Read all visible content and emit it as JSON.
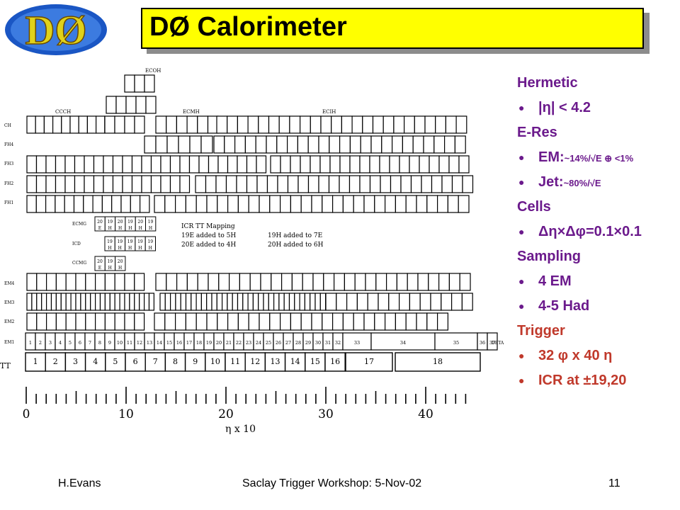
{
  "logo_text": "DØ",
  "title": "DØ Calorimeter",
  "colors": {
    "head": "#6b1a8c",
    "item": "#6b1a8c",
    "trigger": "#c0392b",
    "title_bg": "#ffff00"
  },
  "bullets": [
    {
      "kind": "head",
      "text": "Hermetic",
      "color": "#6b1a8c"
    },
    {
      "kind": "item",
      "text": "|η| < 4.2",
      "small": "",
      "color": "#6b1a8c"
    },
    {
      "kind": "head",
      "text": "E-Res",
      "color": "#6b1a8c"
    },
    {
      "kind": "item",
      "text": "EM:",
      "small": "~14%/√E ⊕ <1%",
      "color": "#6b1a8c"
    },
    {
      "kind": "item",
      "text": "Jet:",
      "small": "~80%/√E",
      "color": "#6b1a8c"
    },
    {
      "kind": "head",
      "text": "Cells",
      "color": "#6b1a8c"
    },
    {
      "kind": "item",
      "text": "Δη×Δφ=0.1×0.1",
      "small": "",
      "color": "#6b1a8c"
    },
    {
      "kind": "head",
      "text": "Sampling",
      "color": "#6b1a8c"
    },
    {
      "kind": "item",
      "text": "4 EM",
      "small": "",
      "color": "#6b1a8c"
    },
    {
      "kind": "item",
      "text": "4-5 Had",
      "small": "",
      "color": "#6b1a8c"
    },
    {
      "kind": "head",
      "text": "Trigger",
      "color": "#c0392b"
    },
    {
      "kind": "item",
      "text": "32 φ x 40 η",
      "small": "",
      "color": "#c0392b"
    },
    {
      "kind": "item",
      "text": "ICR at ±19,20",
      "small": "",
      "color": "#c0392b"
    }
  ],
  "diagram": {
    "region_labels": [
      "ECOH",
      "CCCH",
      "ECMH",
      "ECIH"
    ],
    "layer_labels": [
      "CH",
      "FH4",
      "FH3",
      "FH2",
      "FH1",
      "EM4",
      "EM3",
      "EM2",
      "EM1",
      "TT"
    ],
    "gap_labels": [
      "ECMG",
      "ICD",
      "CCMG"
    ],
    "icr_title": "ICR TT Mapping",
    "icr_lines": [
      "19E added to 5H",
      "20E added to 4H",
      "19H added to 7E",
      "20H added to 6H"
    ],
    "icr_cells_ecmg": [
      "20 E",
      "19 H",
      "20 H",
      "19 H",
      "20 H",
      "19 H"
    ],
    "icr_cells_icd": [
      "19 H",
      "19 H",
      "19 H",
      "19 H",
      "19 H"
    ],
    "icr_cells_ccmg": [
      "20 E",
      "19 H",
      "20 H"
    ],
    "em1_numbers": [
      "1",
      "2",
      "3",
      "4",
      "5",
      "6",
      "7",
      "8",
      "9",
      "10",
      "11",
      "12",
      "13",
      "14",
      "15",
      "16",
      "17",
      "18",
      "19",
      "20",
      "21",
      "22",
      "23",
      "24",
      "25",
      "26",
      "27",
      "28",
      "29",
      "30",
      "31",
      "32",
      "33",
      "34",
      "35",
      "36",
      "37"
    ],
    "em1_end_label": "DETA",
    "tt_numbers": [
      "1",
      "2",
      "3",
      "4",
      "5",
      "6",
      "7",
      "8",
      "9",
      "10",
      "11",
      "12",
      "13",
      "14",
      "15",
      "16",
      "17",
      "18"
    ],
    "axis_ticks": [
      "0",
      "10",
      "20",
      "30",
      "40"
    ],
    "axis_label": "η x 10"
  },
  "footer": {
    "left": "H.Evans",
    "center": "Saclay Trigger Workshop: 5-Nov-02",
    "right": "11"
  }
}
